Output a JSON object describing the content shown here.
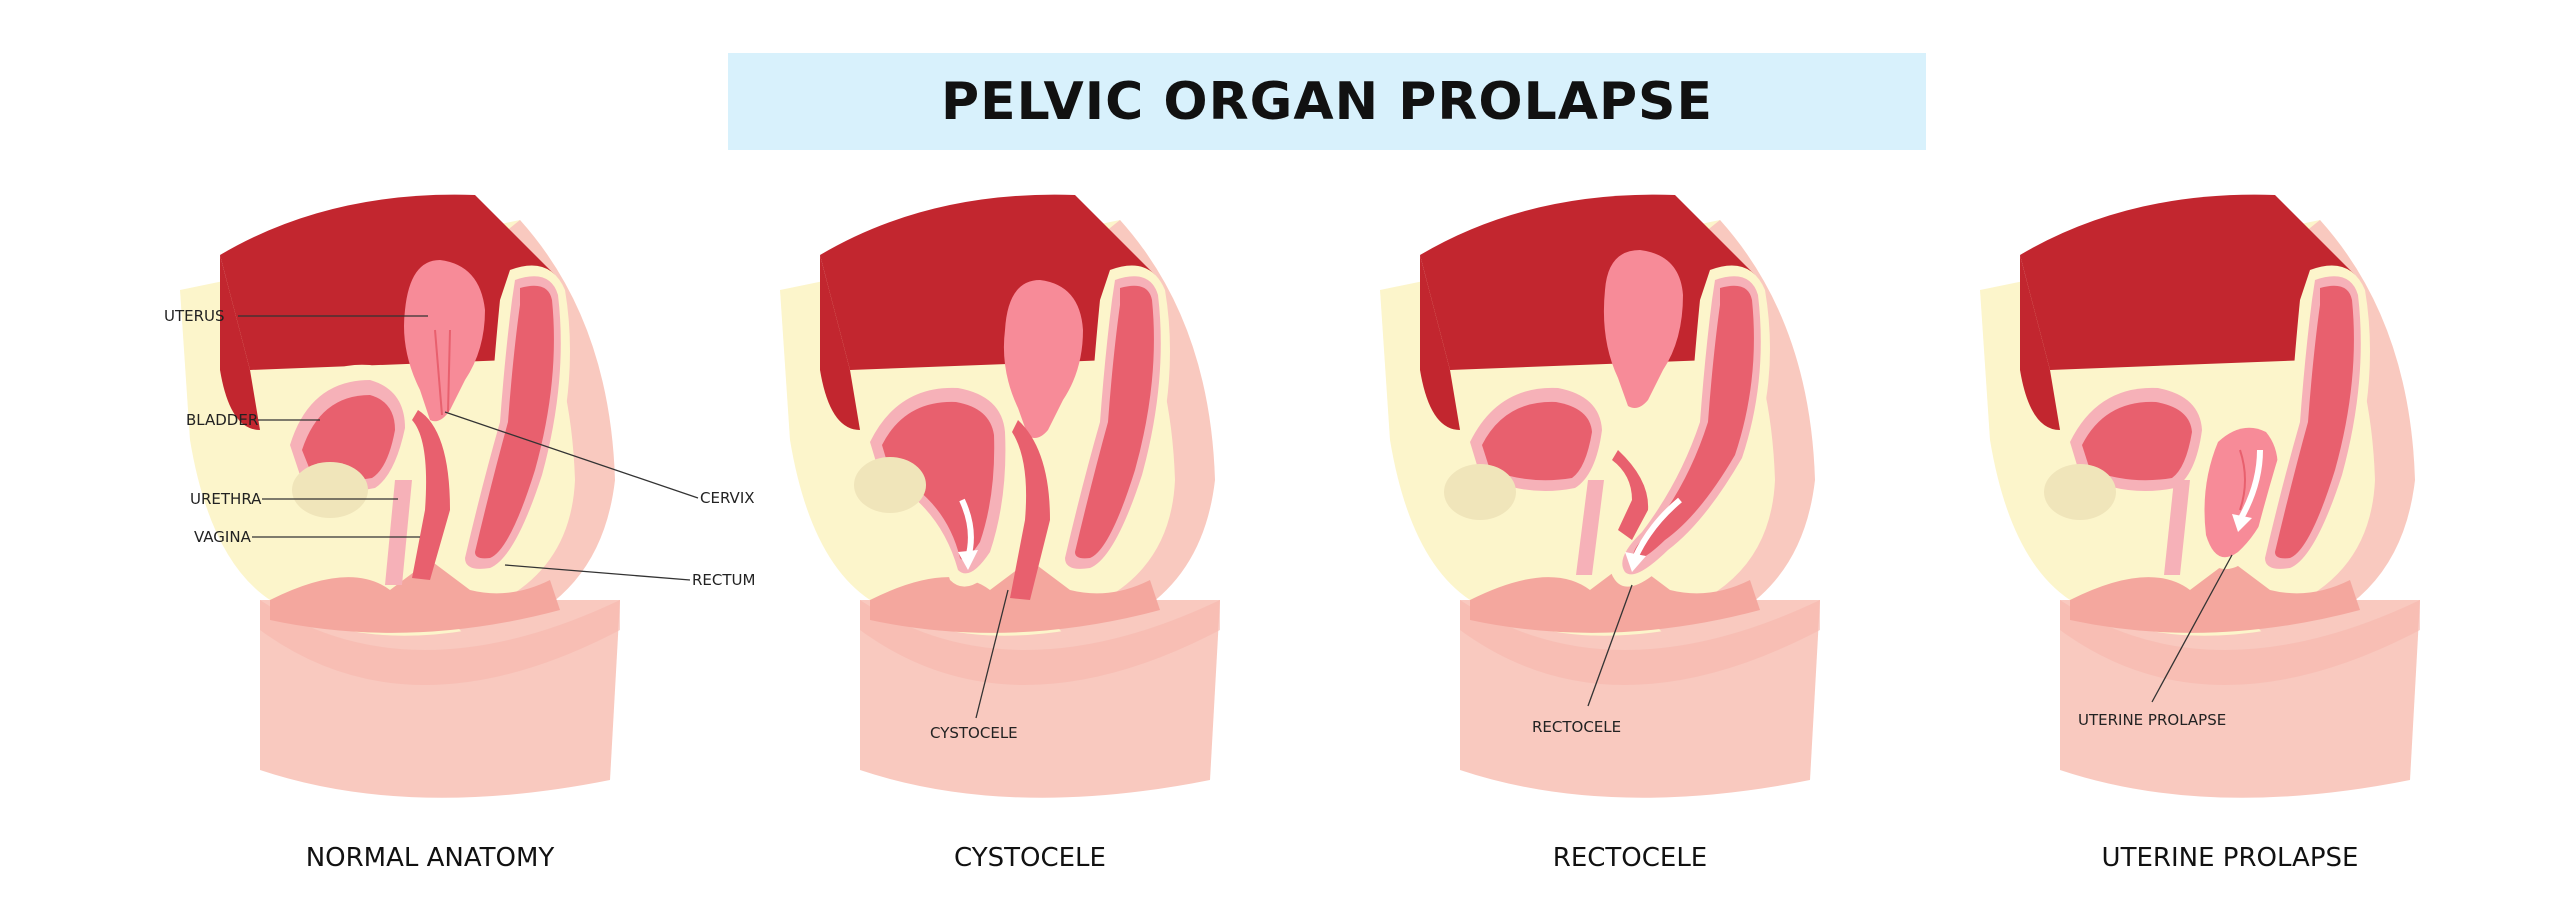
{
  "title": "PELVIC ORGAN PROLAPSE",
  "colors": {
    "muscle": "#c2262f",
    "fat": "#fcf5cb",
    "skin": "#f9c9bf",
    "organ_pink": "#f78b98",
    "organ_dark": "#e8606e",
    "lining": "#f6b1b8",
    "bone": "#f0e5ba",
    "title_bg": "#d8f1fc"
  },
  "panels": [
    {
      "caption": "NORMAL ANATOMY",
      "labels": {
        "uterus": "UTERUS",
        "bladder": "BLADDER",
        "urethra": "URETHRA",
        "vagina": "VAGINA",
        "cervix": "CERVIX",
        "rectum": "RECTUM"
      }
    },
    {
      "caption": "CYSTOCELE",
      "label": "CYSTOCELE"
    },
    {
      "caption": "RECTOCELE",
      "label": "RECTOCELE"
    },
    {
      "caption": "UTERINE PROLAPSE",
      "label": "UTERINE PROLAPSE"
    }
  ]
}
